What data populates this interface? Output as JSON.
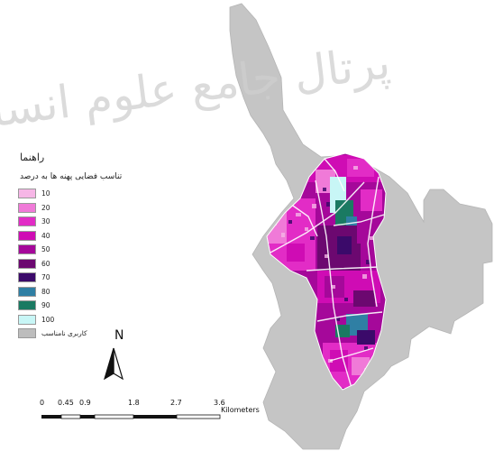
{
  "watermark": "پرتال جامع علوم انسانی",
  "legend": {
    "title": "راهنما",
    "subtitle": "تناسب فضایی پهنه ها به درصد",
    "items": [
      {
        "label": "10",
        "color": "#f6b6e6"
      },
      {
        "label": "20",
        "color": "#f07ad8"
      },
      {
        "label": "30",
        "color": "#e22cc6"
      },
      {
        "label": "40",
        "color": "#cf0cb4"
      },
      {
        "label": "50",
        "color": "#a5089a"
      },
      {
        "label": "60",
        "color": "#6c0870"
      },
      {
        "label": "70",
        "color": "#3b0a6a"
      },
      {
        "label": "80",
        "color": "#2f7fa4"
      },
      {
        "label": "90",
        "color": "#1a7a62"
      },
      {
        "label": "100",
        "color": "#c8f6f6"
      },
      {
        "label": "کاربری نامناسب",
        "color": "#bdbdbd"
      }
    ]
  },
  "north_arrow": {
    "label": "N"
  },
  "scale_bar": {
    "ticks": [
      "0",
      "0.45",
      "0.9",
      "1.8",
      "2.7",
      "3.6"
    ],
    "unit": "Kilometers"
  },
  "colors": {
    "city_boundary": "#c5c5c5",
    "roads": "#ffffff"
  }
}
